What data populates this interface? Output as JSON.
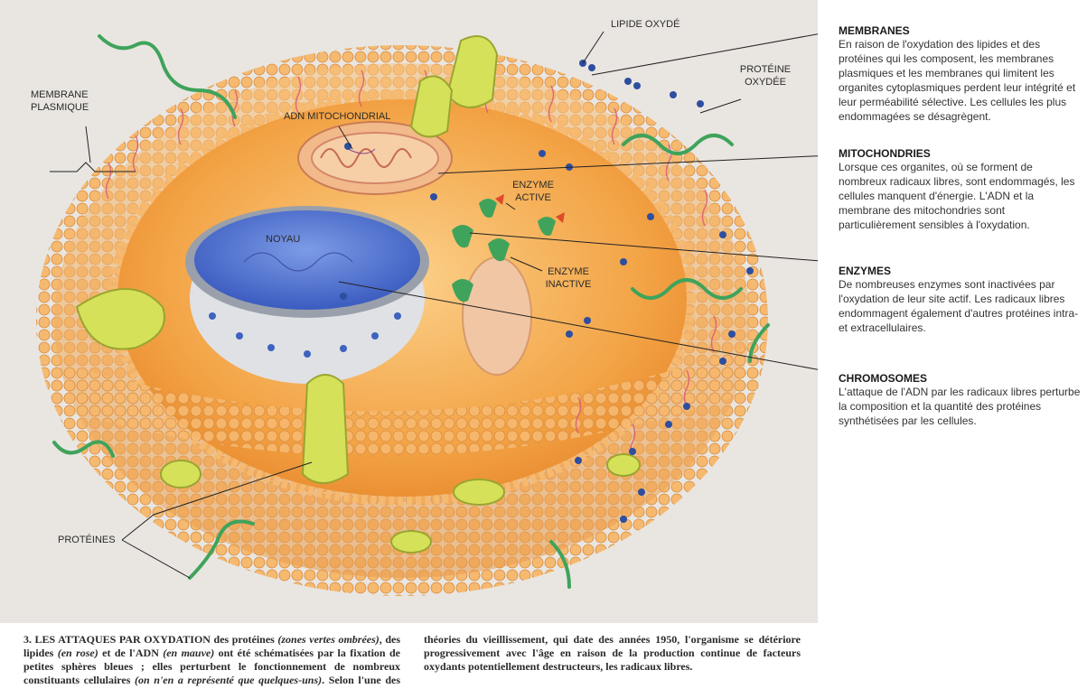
{
  "labels": {
    "lipide_oxyde": "LIPIDE OXYDÉ",
    "proteine_oxydee_1": "PROTÉINE",
    "proteine_oxydee_2": "OXYDÉE",
    "membrane_plasmique_1": "MEMBRANE",
    "membrane_plasmique_2": "PLASMIQUE",
    "adn_mito": "ADN MITOCHONDRIAL",
    "enzyme_active_1": "ENZYME",
    "enzyme_active_2": "ACTIVE",
    "noyau": "NOYAU",
    "enzyme_inactive_1": "ENZYME",
    "enzyme_inactive_2": "INACTIVE",
    "proteines": "PROTÉINES"
  },
  "sidebar": [
    {
      "title": "MEMBRANES",
      "text": "En raison de l'oxydation des lipides et des protéines qui les composent, les membranes plasmiques et les membranes qui limitent les organites cytoplasmiques perdent leur intégrité et leur perméabilité sélective. Les cellules les plus endommagées se désagrègent."
    },
    {
      "title": "MITOCHONDRIES",
      "text": "Lorsque ces organites, où se forment de nombreux radicaux libres, sont endommagés, les cellules manquent d'énergie. L'ADN et la membrane des mitochondries sont particulièrement sensibles à l'oxydation."
    },
    {
      "title": "ENZYMES",
      "text": "De nombreuses enzymes sont inactivées par l'oxydation de leur site actif. Les radicaux libres endommagent également d'autres protéines intra- et extracellulaires."
    },
    {
      "title": "CHROMOSOMES",
      "text": "L'attaque de l'ADN par les radicaux libres perturbe la composition et la quantité des protéines synthétisées par les cellules."
    }
  ],
  "caption": {
    "number_title": "3. LES ATTAQUES PAR OXYDATION",
    "part1": " des protéines ",
    "italic1": "(zones vertes ombrées)",
    "part2": ", des lipides ",
    "italic2": "(en rose)",
    "part3": " et de l'ADN ",
    "italic3": "(en mauve)",
    "part4": " ont été schématisées par la fixation de petites sphères bleues ; elles perturbent le fonctionnement de nombreux constituants cellulaires ",
    "italic4": "(on n'en a représenté que quelques-uns)",
    "part5": ". Selon l'une des théories du vieillissement, qui date des années 1950, l'organisme se détériore progressivement avec l'âge en raison de la production continue de facteurs oxydants potentiellement destructeurs, les radicaux libres."
  },
  "colors": {
    "membrane": "#f3b46a",
    "cytoplasm": "#f5a440",
    "nucleus": "#5b7fd6",
    "protein_yellow": "#d6e15a",
    "protein_green": "#3fa35b",
    "lipid_pink": "#d6517a",
    "oxidant_blue": "#2e4ea0"
  },
  "icons": [
    "cell-illustration",
    "mitochondrion-icon",
    "nucleus-icon",
    "enzyme-icon",
    "protein-icon",
    "lipid-icon"
  ]
}
